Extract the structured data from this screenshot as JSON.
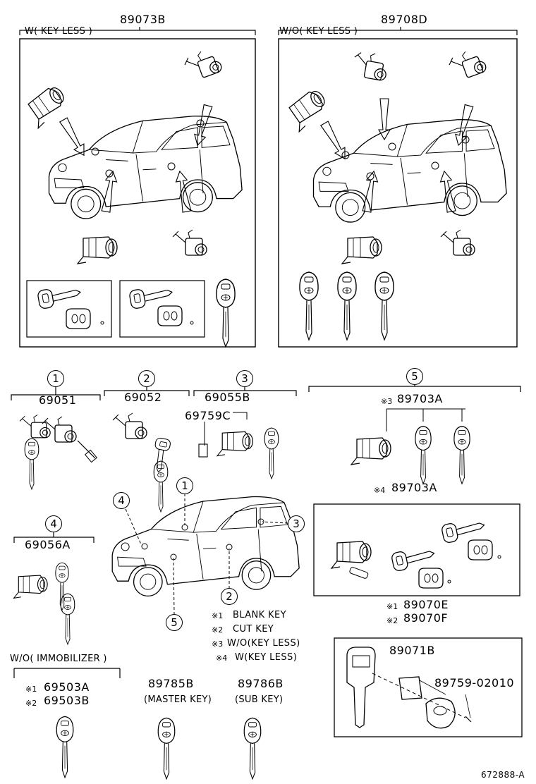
{
  "groups": {
    "top_left": {
      "part": "89073B",
      "caption": "W( KEY LESS )"
    },
    "top_right": {
      "part": "89708D",
      "caption": "W/O( KEY LESS )"
    },
    "g1": {
      "index": "1",
      "part": "69051"
    },
    "g2": {
      "index": "2",
      "part": "69052"
    },
    "g3": {
      "index": "3",
      "part": "69055B",
      "sub_part": "69759C"
    },
    "g4": {
      "index": "4",
      "part": "69056A"
    },
    "g5": {
      "index": "5",
      "part_a": "89703A",
      "mark_a": "※3",
      "part_b": "89703A",
      "mark_b": "※4"
    }
  },
  "car_callouts": [
    "1",
    "2",
    "3",
    "4",
    "5"
  ],
  "legend": [
    {
      "mark": "※1",
      "text": "BLANK KEY"
    },
    {
      "mark": "※2",
      "text": "CUT KEY"
    },
    {
      "mark": "※3",
      "text": "W/O(KEY LESS)"
    },
    {
      "mark": "※4",
      "text": "W(KEY LESS)"
    }
  ],
  "key_codes": [
    {
      "mark": "※1",
      "part": "89070E"
    },
    {
      "mark": "※2",
      "part": "89070F"
    }
  ],
  "transmitter_box": {
    "part": "89071B",
    "sub_part": "89759-02010"
  },
  "immobilizer": {
    "caption": "W/O( IMMOBILIZER )",
    "items": [
      {
        "mark": "※1",
        "part": "69503A"
      },
      {
        "mark": "※2",
        "part": "69503B"
      }
    ]
  },
  "master_key": {
    "part": "89785B",
    "caption": "(MASTER KEY)"
  },
  "sub_key": {
    "part": "89786B",
    "caption": "(SUB KEY)"
  },
  "figure_code": "672888-A"
}
